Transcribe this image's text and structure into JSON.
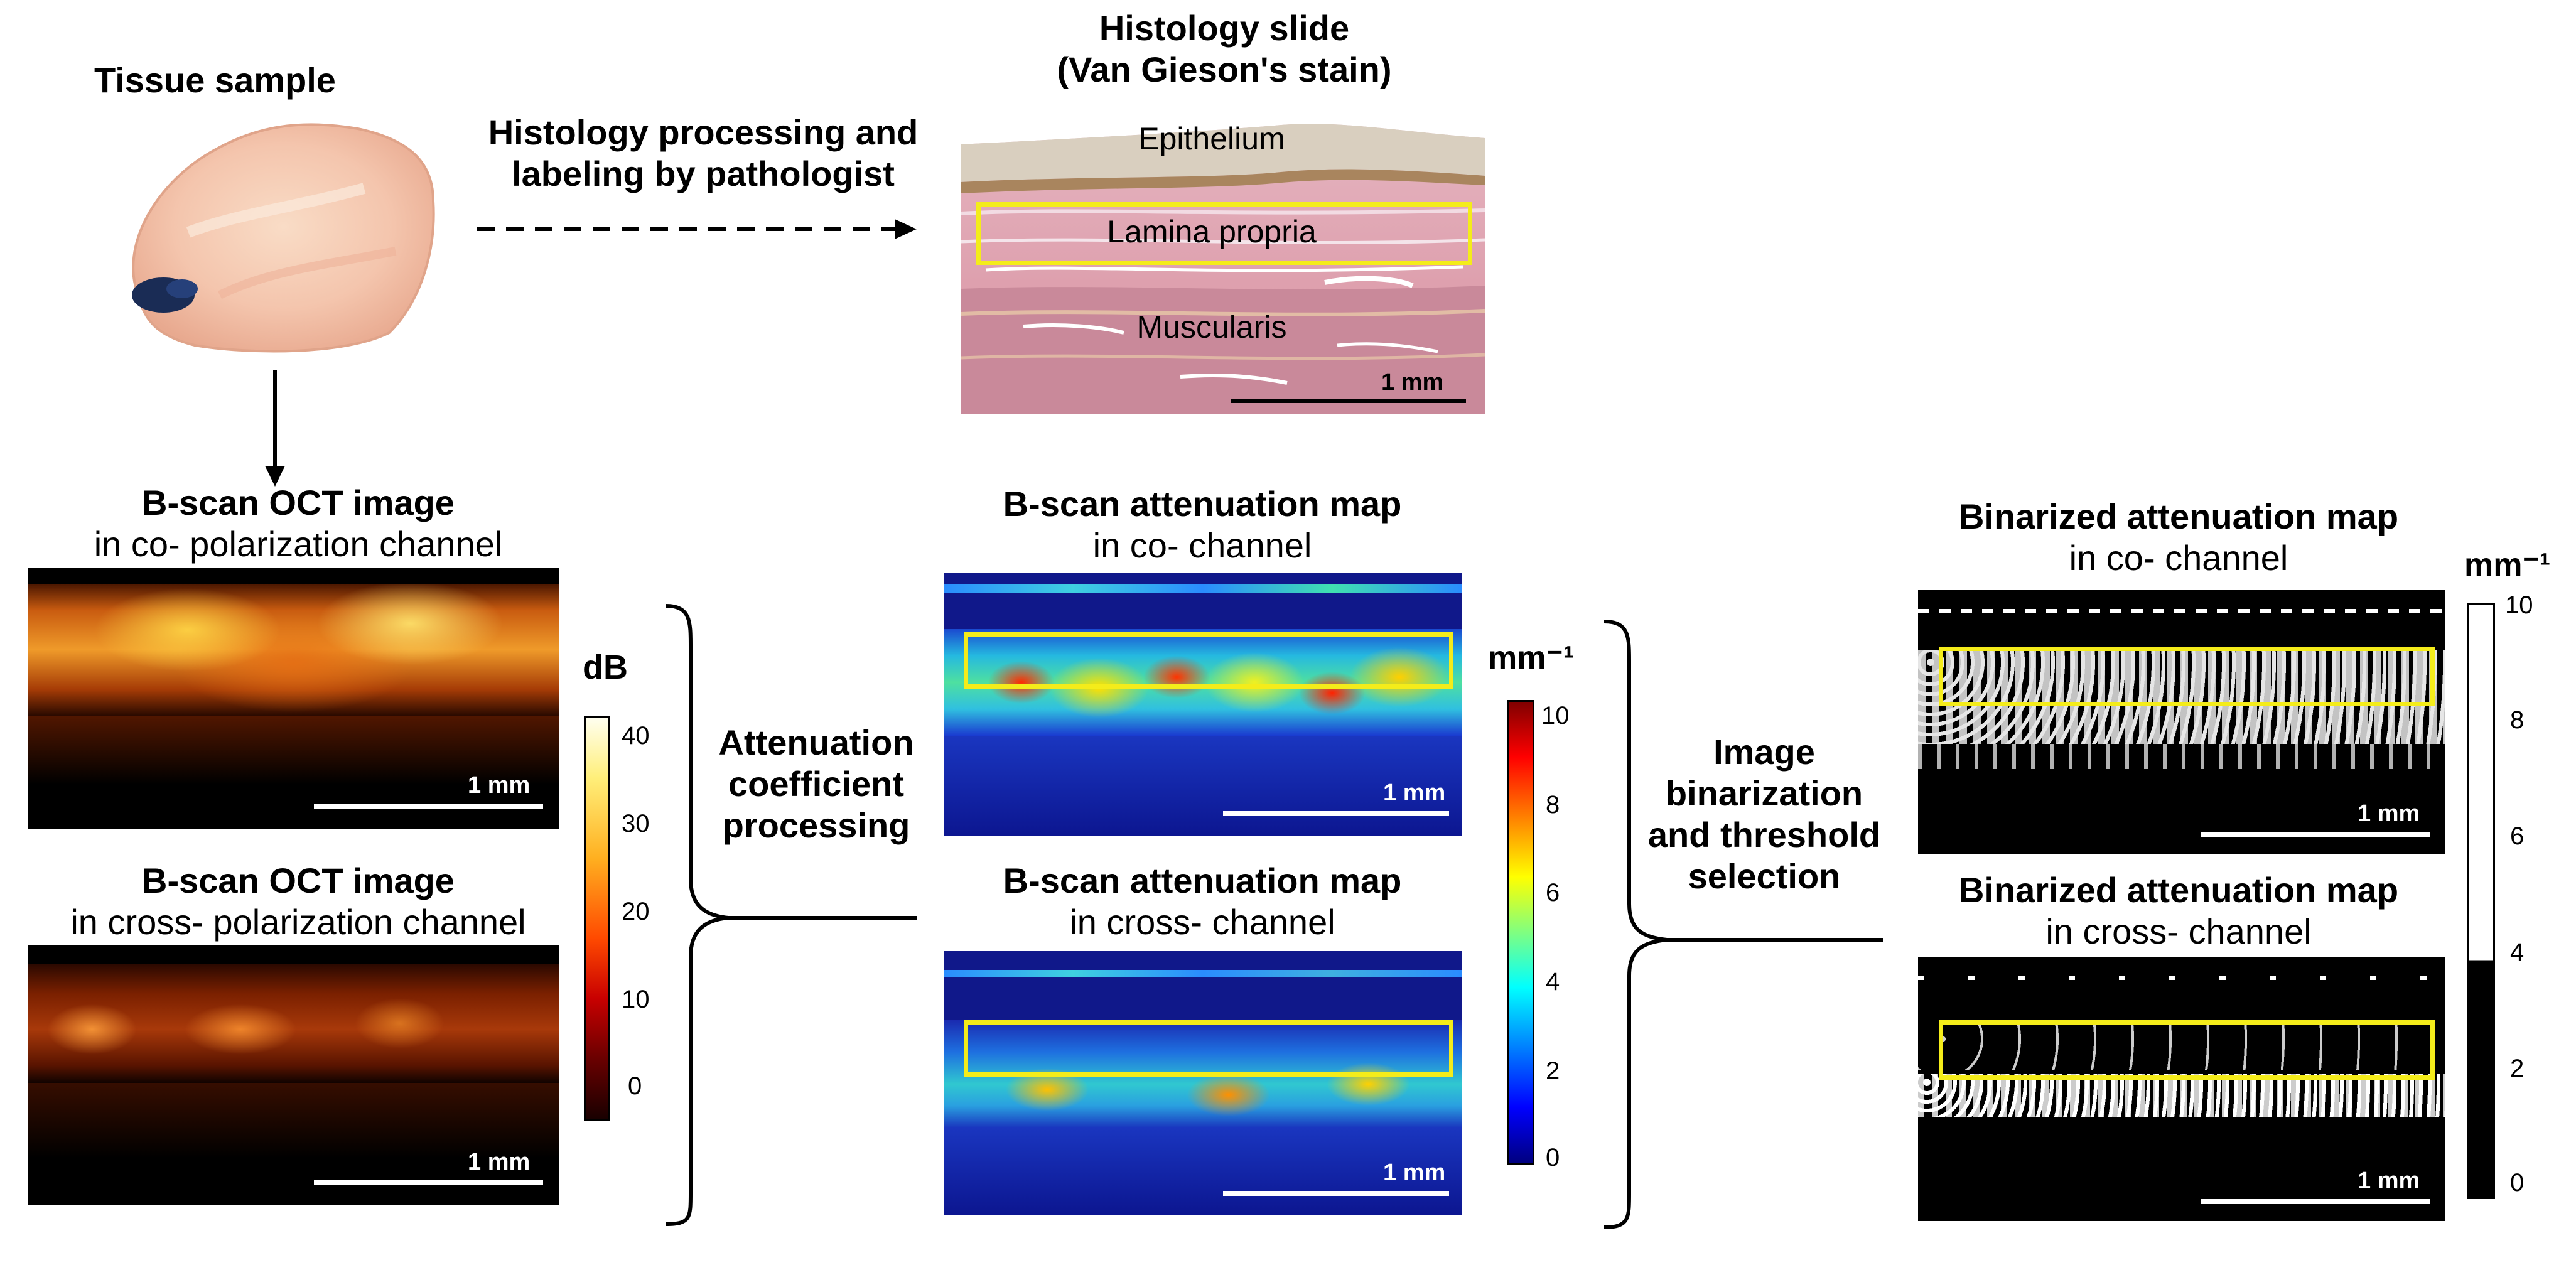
{
  "tissue": {
    "title": "Tissue sample"
  },
  "histology": {
    "title_line1": "Histology slide",
    "title_line2": "(Van Gieson's stain)",
    "arrow_label_line1": "Histology processing and",
    "arrow_label_line2": "labeling by pathologist",
    "layers": {
      "epithelium": "Epithelium",
      "lamina": "Lamina propria",
      "muscularis": "Muscularis"
    },
    "scalebar": "1 mm"
  },
  "oct": {
    "co_title": "B-scan OCT image",
    "co_subtitle": "in co- polarization channel",
    "cross_title": "B-scan OCT image",
    "cross_subtitle": "in cross- polarization channel",
    "scalebar": "1 mm",
    "colorbar_unit": "dB",
    "colorbar_ticks": [
      "40",
      "30",
      "20",
      "10",
      "0"
    ]
  },
  "step1": {
    "line1": "Attenuation",
    "line2": "coefficient",
    "line3": "processing"
  },
  "attenuation": {
    "co_title": "B-scan attenuation map",
    "co_subtitle": "in co- channel",
    "cross_title": "B-scan attenuation map",
    "cross_subtitle": "in cross- channel",
    "scalebar": "1 mm",
    "colorbar_unit": "mm⁻¹",
    "colorbar_ticks": [
      "10",
      "8",
      "6",
      "4",
      "2",
      "0"
    ]
  },
  "step2": {
    "line1": "Image",
    "line2": "binarization",
    "line3": "and threshold",
    "line4": "selection"
  },
  "binarized": {
    "co_title": "Binarized attenuation map",
    "co_subtitle": "in co- channel",
    "cross_title": "Binarized attenuation map",
    "cross_subtitle": "in cross- channel",
    "scalebar": "1 mm",
    "colorbar_unit": "mm⁻¹",
    "colorbar_ticks": [
      "10",
      "8",
      "6",
      "4",
      "2",
      "0"
    ],
    "threshold": 4
  },
  "colors": {
    "roi": "#f4ec1a",
    "tissue": "#f3c7b0",
    "ink": "#1a2c55"
  }
}
